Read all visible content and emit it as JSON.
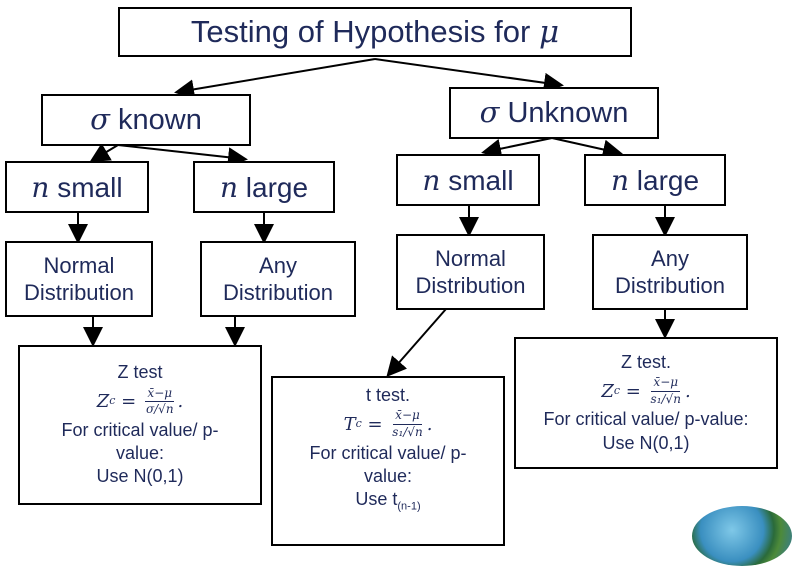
{
  "title": {
    "text": "Testing of Hypothesis for ",
    "symbol": "μ"
  },
  "sigma_known": {
    "symbol": "σ",
    "text": " known"
  },
  "sigma_unknown": {
    "symbol": "σ",
    "text": " Unknown"
  },
  "branches": {
    "known_small": {
      "symbol": "n",
      "text": " small"
    },
    "known_large": {
      "symbol": "n",
      "text": " large"
    },
    "unknown_small": {
      "symbol": "n",
      "text": " small"
    },
    "unknown_large": {
      "symbol": "n",
      "text": " large"
    }
  },
  "distributions": {
    "known_small": [
      "Normal",
      "Distribution"
    ],
    "known_large": [
      "Any",
      "Distribution"
    ],
    "unknown_small": [
      "Normal",
      "Distribution"
    ],
    "unknown_large": [
      "Any",
      "Distribution"
    ]
  },
  "tests": {
    "z_known": {
      "heading": "Z test",
      "stat": "Z",
      "stat_sub": "c",
      "num": "x̄−μ",
      "den": "σ/√n",
      "lines": [
        "For critical value/ p-",
        "value:",
        "Use N(0,1)"
      ]
    },
    "t_unknown": {
      "heading": "t test.",
      "stat": "T",
      "stat_sub": "c",
      "num": "x̄−μ",
      "den": "s₁/√n",
      "lines": [
        "For critical value/ p-",
        "value:"
      ],
      "use_text": "Use t",
      "use_sub": "(n-1)"
    },
    "z_unknown": {
      "heading": "Z test.",
      "stat": "Z",
      "stat_sub": "c",
      "num": "x̄−μ",
      "den": "s₁/√n",
      "lines": [
        "For critical value/ p-value:",
        "Use N(0,1)"
      ]
    }
  }
}
